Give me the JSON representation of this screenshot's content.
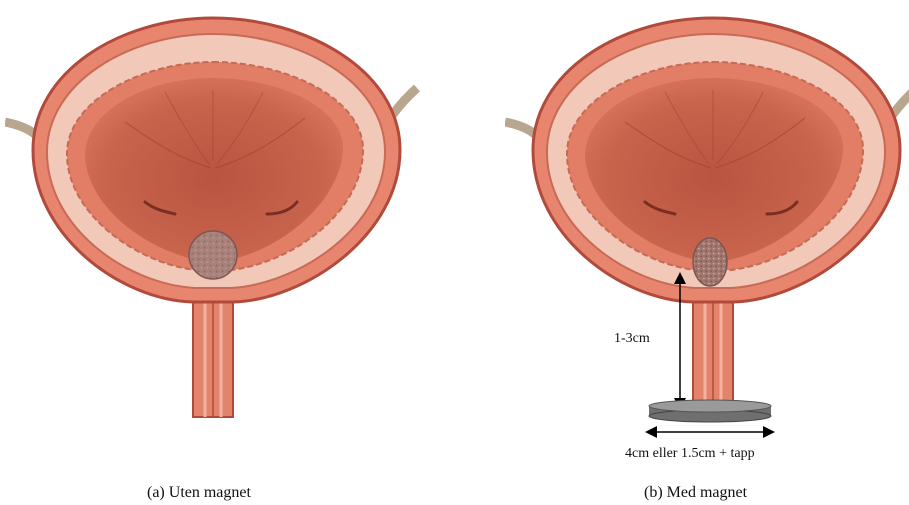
{
  "captions": {
    "a": "(a) Uten magnet",
    "b": "(b) Med magnet"
  },
  "annotations": {
    "distance": "1-3cm",
    "magnet_size": "4cm eller 1.5cm + tapp"
  },
  "colors": {
    "bladder_wall": "#e8856f",
    "bladder_outline": "#b24a3b",
    "bladder_interior": "#c25d48",
    "stone": "#a8817b",
    "magnet": "#8a8a8a"
  }
}
